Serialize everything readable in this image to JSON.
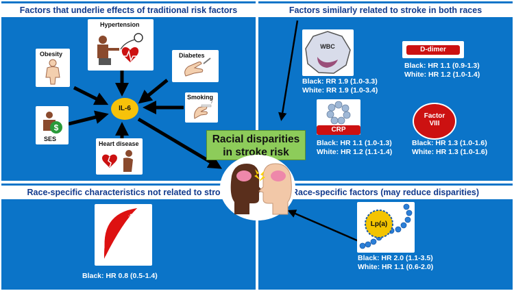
{
  "panels": {
    "top_left_title": "Factors that underlie effects of traditional risk factors",
    "top_right_title": "Factors similarly related to stroke in both races",
    "bottom_left_title": "Race-specific characteristics not related to stroke",
    "bottom_right_title": "Race-specific factors (may reduce disparities)"
  },
  "risk_factors": {
    "hypertension": "Hypertension",
    "obesity": "Obesity",
    "diabetes": "Diabetes",
    "smoking": "Smoking",
    "ses": "SES",
    "heart_disease": "Heart disease",
    "hub": "IL-6"
  },
  "center": {
    "line1": "Racial disparities",
    "line2": "in stroke risk"
  },
  "shared_factors": {
    "wbc": {
      "label": "WBC",
      "black": "Black: RR 1.9 (1.0-3.3)",
      "white": "White: RR 1.9 (1.0-3.4)"
    },
    "ddimer": {
      "label": "D-dimer",
      "black": "Black: HR 1.1 (0.9-1.3)",
      "white": "White: HR 1.2 (1.0-1.4)"
    },
    "crp": {
      "label": "CRP",
      "black": "Black: HR 1.1 (1.0-1.3)",
      "white": "White: HR 1.2 (1.1-1.4)"
    },
    "factor8": {
      "label_line1": "Factor",
      "label_line2": "VIII",
      "black": "Black: HR 1.3 (1.0-1.6)",
      "white": "White: HR 1.3 (1.0-1.6)"
    }
  },
  "sickle": {
    "label": "Sickle cell trait",
    "black": "Black: HR 0.8 (0.5-1.4)"
  },
  "lpa": {
    "label": "Lp(a)",
    "black": "Black: HR 2.0 (1.1-3.5)",
    "white": "White: HR 1.1 (0.6-2.0)"
  },
  "colors": {
    "panel": "#0b74c8",
    "title_text": "#123a8c",
    "hub": "#f6c20a",
    "center_box": "#8dcc5a",
    "accent_red": "#cc1111"
  }
}
